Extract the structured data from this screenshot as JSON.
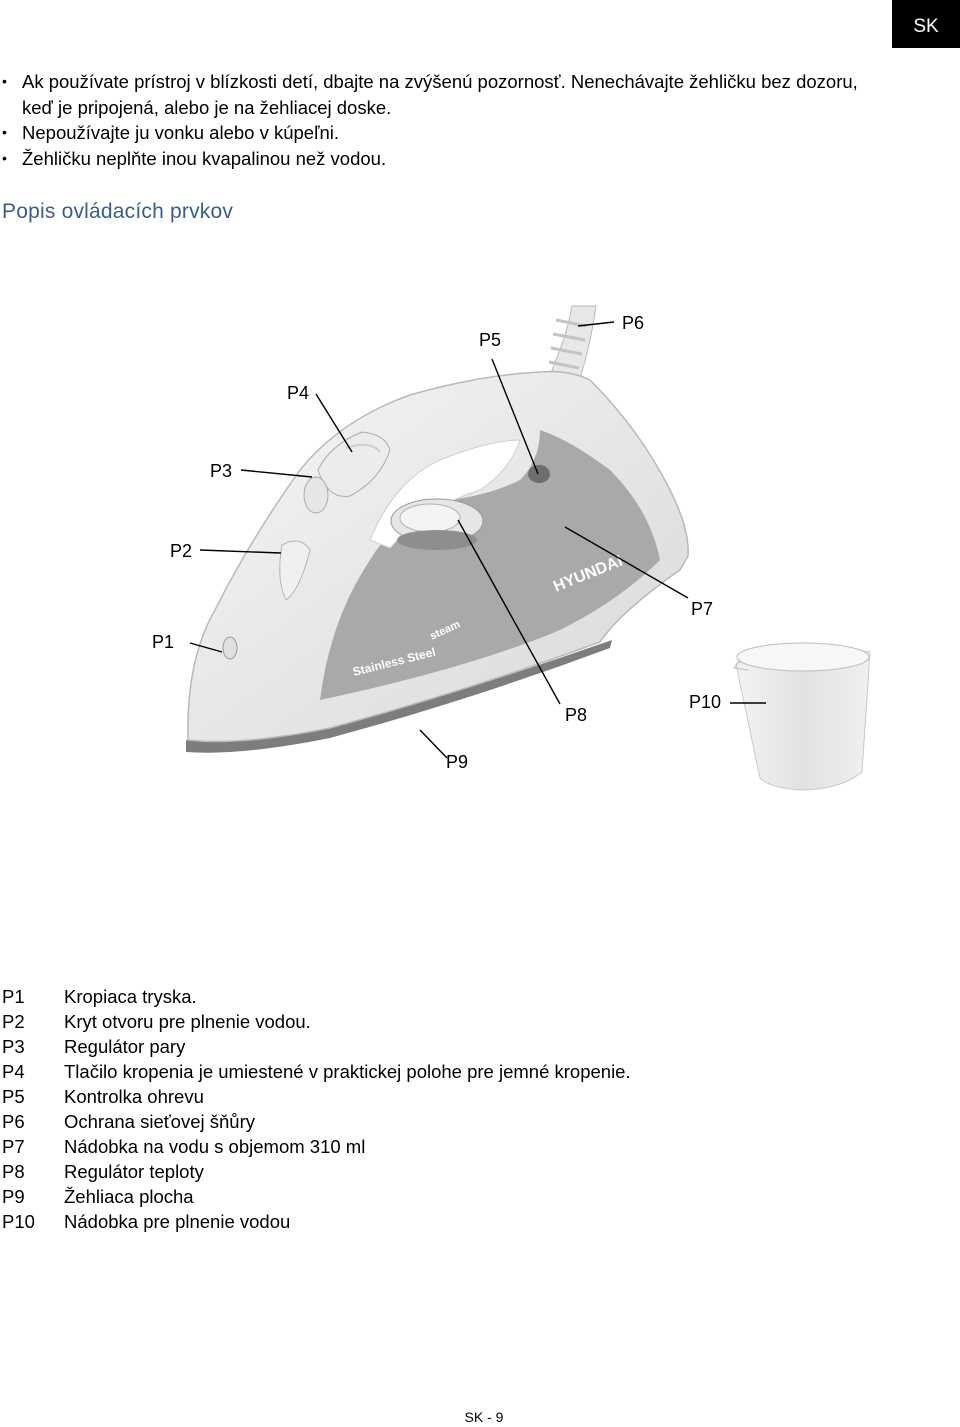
{
  "header": {
    "lang_tab": "SK"
  },
  "warnings": [
    "Ak používate prístroj v blízkosti detí, dbajte na zvýšenú pozornosť. Nenechávajte žehličku bez dozoru, keď je pripojená, alebo je na žehliacej doske.",
    "Nepoužívajte ju vonku alebo v kúpeľni.",
    "Žehličku neplňte inou kvapalinou než vodou."
  ],
  "section_title": "Popis ovládacích prvkov",
  "figure": {
    "callouts": [
      "P1",
      "P2",
      "P3",
      "P4",
      "P5",
      "P6",
      "P7",
      "P8",
      "P9",
      "P10"
    ],
    "brand_text": "HYUNDAI",
    "soleplate_text": "Stainless Steel",
    "steam_text": "steam"
  },
  "parts": [
    {
      "code": "P1",
      "desc": "Kropiaca tryska."
    },
    {
      "code": "P2",
      "desc": "Kryt otvoru pre plnenie vodou."
    },
    {
      "code": "P3",
      "desc": "Regulátor pary"
    },
    {
      "code": "P4",
      "desc": "Tlačilo kropenia je umiestené v praktickej polohe pre jemné kropenie."
    },
    {
      "code": "P5",
      "desc": "Kontrolka ohrevu"
    },
    {
      "code": "P6",
      "desc": "Ochrana sieťovej šňůry"
    },
    {
      "code": "P7",
      "desc": "Nádobka na vodu s objemom 310 ml"
    },
    {
      "code": "P8",
      "desc": "Regulátor teploty"
    },
    {
      "code": "P9",
      "desc": "Žehliaca plocha"
    },
    {
      "code": "P10",
      "desc": "Nádobka pre plnenie vodou"
    }
  ],
  "footer": {
    "page_label": "SK - 9"
  }
}
